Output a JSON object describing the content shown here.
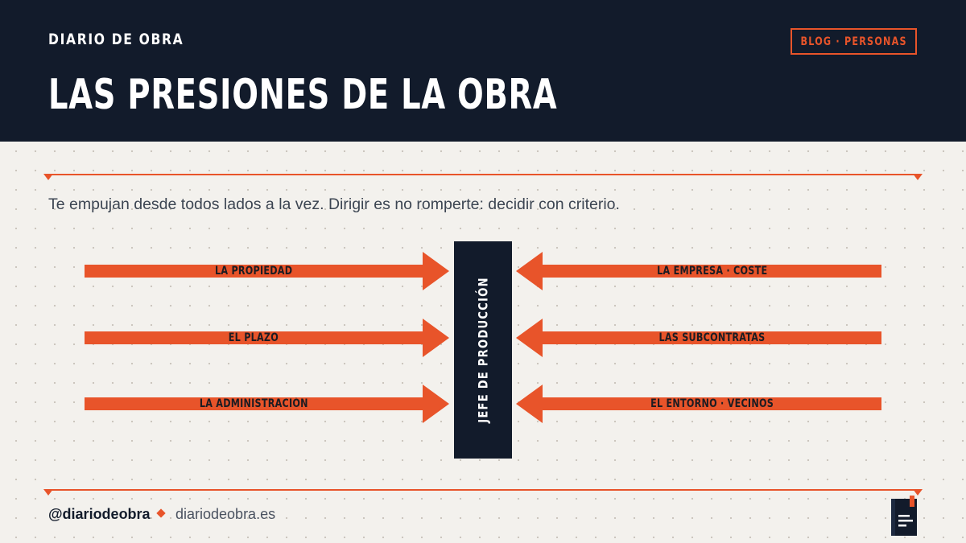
{
  "header": {
    "brand": "DIARIO DE OBRA",
    "tag": "BLOG · PERSONAS",
    "title": "LAS PRESIONES DE LA OBRA"
  },
  "subtitle": "Te empujan desde todos lados a la vez. Dirigir es no romperte: decidir con criterio.",
  "diagram": {
    "center": "JEFE DE PRODUCCIÓN",
    "left_pressures": [
      "LA PROPIEDAD",
      "EL PLAZO",
      "LA ADMINISTRACIÓN"
    ],
    "right_pressures": [
      "LA EMPRESA · COSTE",
      "LAS SUBCONTRATAS",
      "EL ENTORNO · VECINOS"
    ]
  },
  "footer": {
    "handle": "@diariodeobra",
    "site": "diariodeobra.es"
  },
  "colors": {
    "navy": "#121b2b",
    "accent": "#e8542a",
    "background": "#f3f1ed"
  },
  "icons": [
    "book-icon"
  ]
}
